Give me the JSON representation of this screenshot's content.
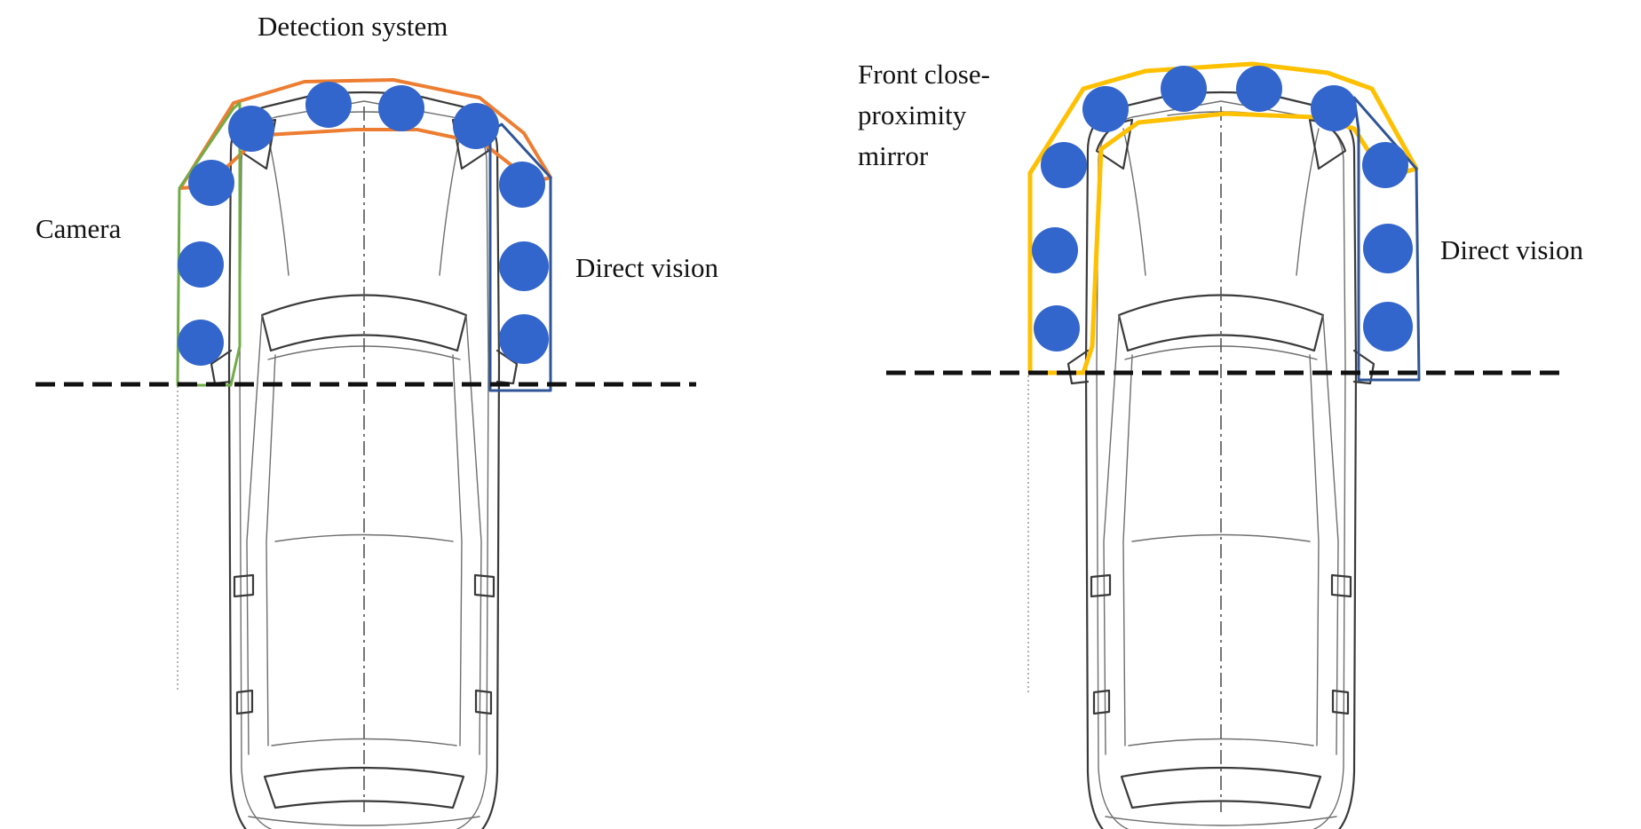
{
  "labels": {
    "detection_system": "Detection system",
    "camera": "Camera",
    "direct_vision_left": "Direct vision",
    "front_mirror_line1": "Front close-",
    "front_mirror_line2": "proximity",
    "front_mirror_line3": "mirror",
    "direct_vision_right": "Direct vision"
  },
  "colors": {
    "detection_zone": "#ed7d31",
    "camera_zone": "#70ad47",
    "direct_vision_zone": "#2f5597",
    "mirror_zone": "#ffc000",
    "target_marker": "#3366cc",
    "boundary_line": "#111111"
  },
  "icons": {
    "vehicle": "car-top-view-icon",
    "target": "circle-target-icon"
  }
}
